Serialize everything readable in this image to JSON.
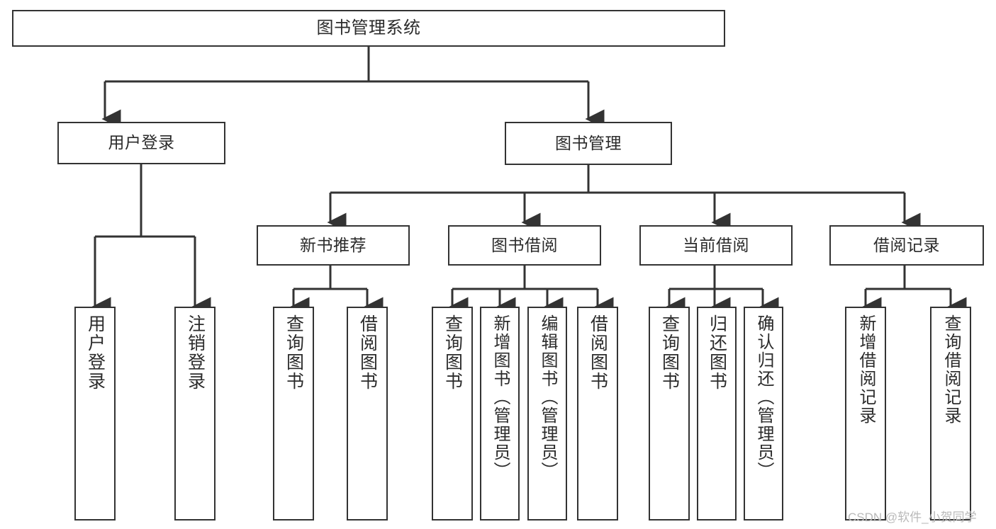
{
  "diagram": {
    "title": "图书管理系统",
    "type": "tree",
    "orientation": "top-down",
    "line_color": "#333333",
    "box_border_color": "#333333",
    "box_fill_color": "#ffffff",
    "text_color": "#2b2b2b",
    "root": {
      "label": "图书管理系统"
    },
    "level2": [
      {
        "label": "用户登录"
      },
      {
        "label": "图书管理"
      }
    ],
    "level3": [
      {
        "label": "新书推荐"
      },
      {
        "label": "图书借阅"
      },
      {
        "label": "当前借阅"
      },
      {
        "label": "借阅记录"
      }
    ],
    "leaves": {
      "user_login": [
        {
          "label": "用户登录"
        },
        {
          "label": "注销登录"
        }
      ],
      "new_book_recommend": [
        {
          "label": "查询图书"
        },
        {
          "label": "借阅图书"
        }
      ],
      "book_borrow": [
        {
          "label": "查询图书"
        },
        {
          "label": "新增图书（管理员）"
        },
        {
          "label": "编辑图书（管理员）"
        },
        {
          "label": "借阅图书"
        }
      ],
      "current_borrow": [
        {
          "label": "查询图书"
        },
        {
          "label": "归还图书"
        },
        {
          "label": "确认归还（管理员）"
        }
      ],
      "borrow_record": [
        {
          "label": "新增借阅记录"
        },
        {
          "label": "查询借阅记录"
        }
      ]
    }
  },
  "watermark": {
    "text": "CSDN @软件_小贺同学"
  }
}
